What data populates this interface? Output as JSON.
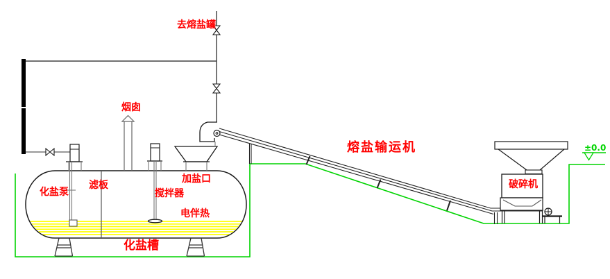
{
  "diagram": {
    "type": "process-flow-diagram",
    "labels": {
      "to_molten_salt_tank": "去熔盐罐",
      "chimney": "烟囱",
      "salt_dissolving_pump": "化盐泵",
      "filter_plate": "滤板",
      "agitator": "搅拌器",
      "salt_feed_port": "加盐口",
      "electric_heat_tracing": "电伴热",
      "salt_dissolving_tank": "化盐槽",
      "molten_salt_conveyor": "熔盐输运机",
      "crusher": "破碎机",
      "elevation_mark": "±0.0"
    },
    "colors": {
      "label_red": "#ff0000",
      "ground_green": "#00d400",
      "heating_yellow": "#ffff00",
      "line_dark": "#1a1a1a",
      "line_gray": "#777777"
    }
  }
}
